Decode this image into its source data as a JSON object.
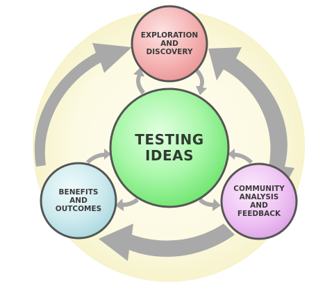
{
  "diagram": {
    "center": {
      "label": "TESTING\nIDEAS",
      "color": "#8ff08f"
    },
    "nodes": [
      {
        "id": "exploration",
        "label": "EXPLORATION\nAND\nDISCOVERY",
        "color": "#f3a8a8"
      },
      {
        "id": "benefits",
        "label": "BENEFITS\nAND\nOUTCOMES",
        "color": "#bfe4e8"
      },
      {
        "id": "community",
        "label": "COMMUNITY\nANALYSIS\nAND\nFEEDBACK",
        "color": "#eab8f1"
      }
    ],
    "colors": {
      "halo": "#fbf8dc",
      "arrow": "#a9a9a9",
      "outline": "#555555"
    }
  }
}
